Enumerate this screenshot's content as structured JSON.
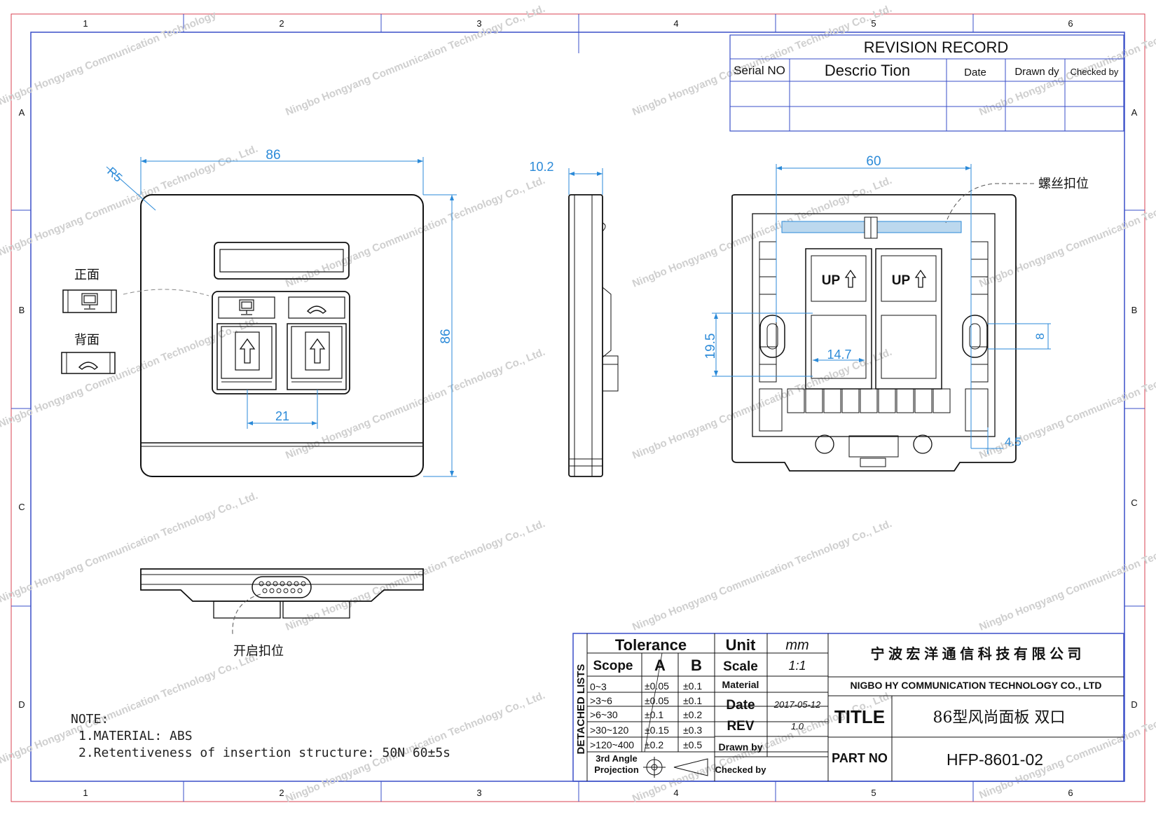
{
  "frame": {
    "col_numbers": [
      "1",
      "2",
      "3",
      "4",
      "5",
      "6"
    ],
    "row_letters": [
      "A",
      "B",
      "C",
      "D"
    ]
  },
  "watermark": [
    "Ningbo Hongyang Communication Technology Co., Ltd.",
    "Ningbo Hongyang Communication Technology"
  ],
  "revision_record": {
    "title": "REVISION RECORD",
    "columns": [
      "Serial NO",
      "Descrio Tion",
      "Date",
      "Drawn dy",
      "Checked by"
    ]
  },
  "front_view": {
    "dim_width": "86",
    "dim_height": "86",
    "dim_radius": "R5",
    "dim_spacing": "21",
    "label_front": "正面",
    "label_back": "背面"
  },
  "side_view": {
    "dim_depth": "10.2"
  },
  "back_view": {
    "dim_width": "60",
    "dim_height": "19.5",
    "dim_inner": "14.7",
    "dim_slot": "8",
    "dim_edge": "4.5",
    "screw_label": "螺丝扣位",
    "up_label": "UP"
  },
  "bottom_view": {
    "clip_label": "开启扣位"
  },
  "notes": {
    "title": "NOTE:",
    "lines": [
      "1.MATERIAL: ABS",
      "2.Retentiveness of insertion structure: 50N 60±5s"
    ]
  },
  "title_block": {
    "detached_lists": "DETACHED LISTS",
    "tolerance": "Tolerance",
    "unit_label": "Unit",
    "unit_value": "mm",
    "scope": "Scope",
    "col_a": "A",
    "col_b": "B",
    "scale_label": "Scale",
    "scale_value": "1:1",
    "rows": [
      {
        "scope": "0~3",
        "a": "±0.05",
        "b": "±0.1"
      },
      {
        "scope": ">3~6",
        "a": "±0.05",
        "b": "±0.1"
      },
      {
        "scope": ">6~30",
        "a": "±0.1",
        "b": "±0.2"
      },
      {
        "scope": ">30~120",
        "a": "±0.15",
        "b": "±0.3"
      },
      {
        "scope": ">120~400",
        "a": "±0.2",
        "b": "±0.5"
      }
    ],
    "material_label": "Material",
    "date_label": "Date",
    "date_value": "2017-05-12",
    "rev_label": "REV",
    "rev_value": "1.0",
    "drawn_label": "Drawn by",
    "checked_label": "Checked by",
    "projection": "3rd Angle Projection",
    "company_cn": "宁 波 宏 洋 通 信 科 技 有 限 公 司",
    "company_en": "NIGBO HY COMMUNICATION TECHNOLOGY CO., LTD",
    "title_label": "TITLE",
    "title_value": "86型风尚面板 双口",
    "part_label": "PART NO",
    "part_value": "HFP-8601-02"
  }
}
